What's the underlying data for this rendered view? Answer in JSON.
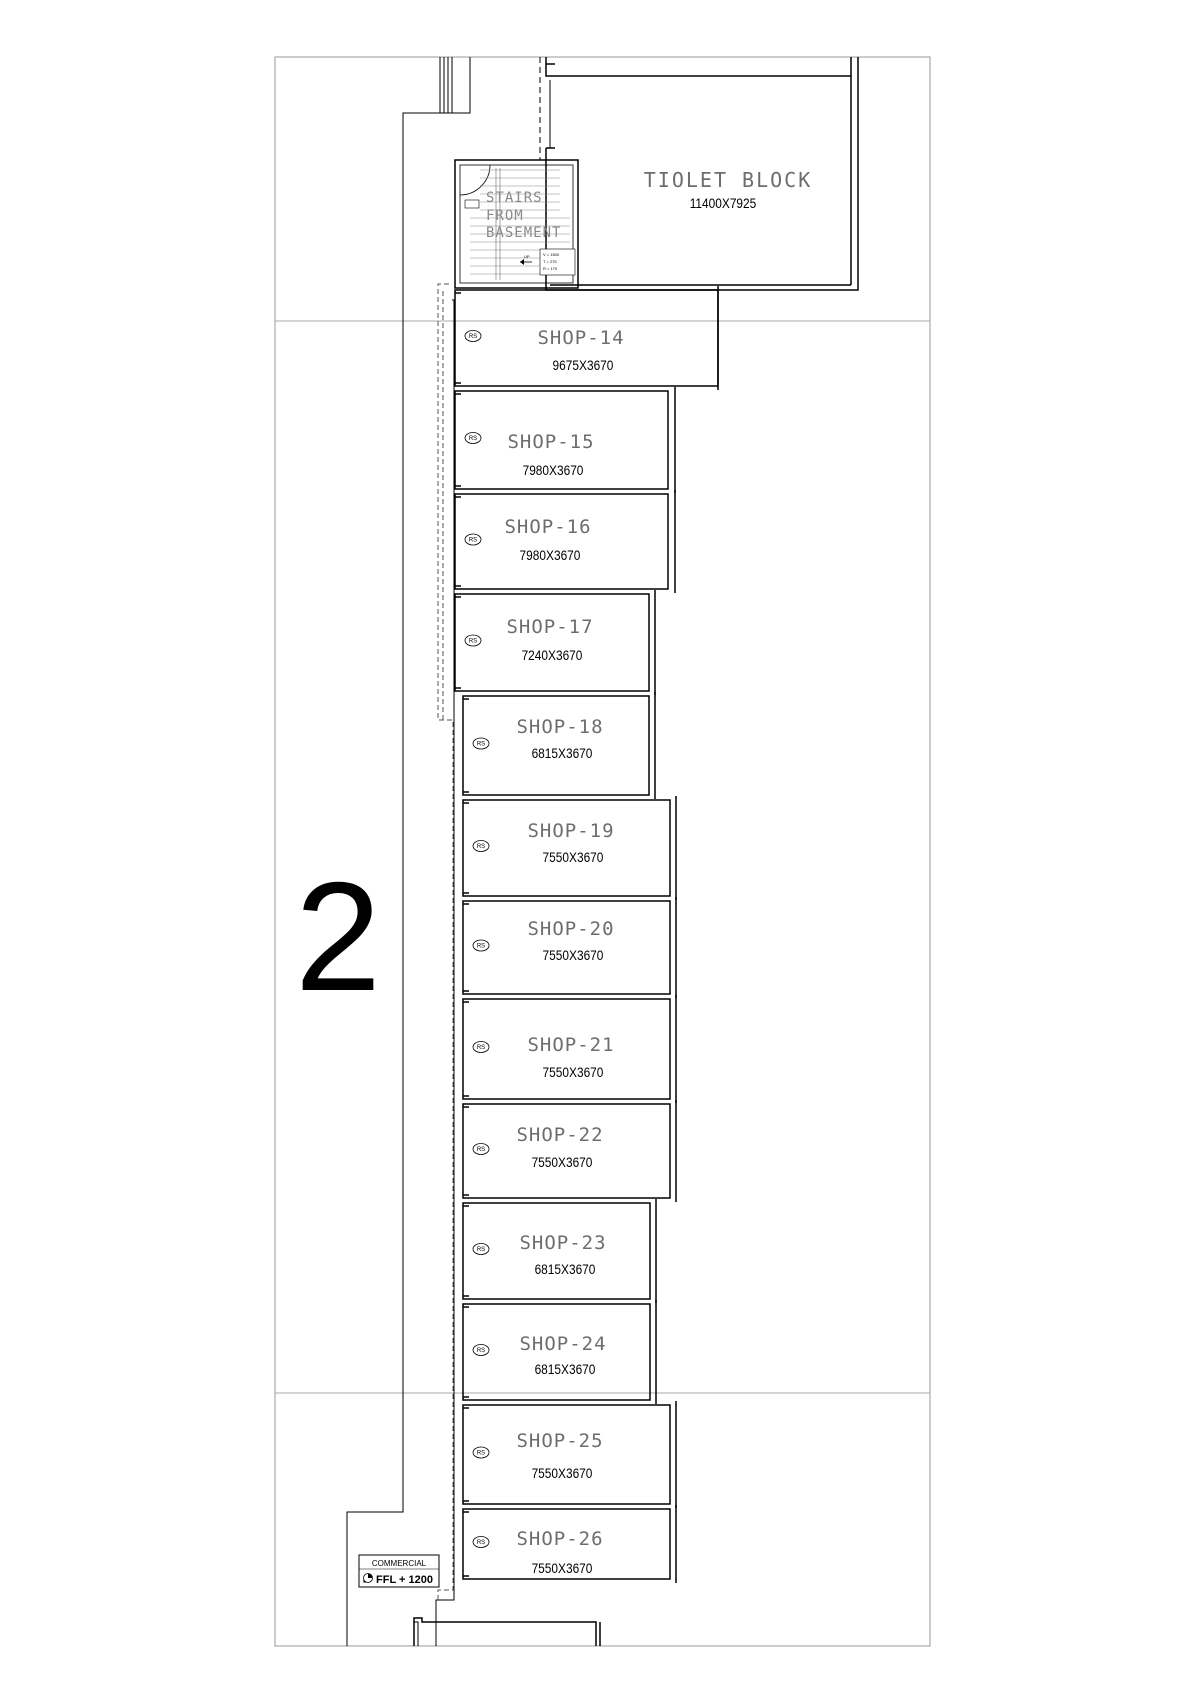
{
  "sheet_number": "2",
  "toilet_block": {
    "name": "TIOLET BLOCK",
    "size": "11400X7925"
  },
  "stairs": {
    "line1": "STAIRS",
    "line2": "FROM",
    "line3": "BASEMENT",
    "spec": [
      "V = 1500",
      "T = 275",
      "R = 170"
    ],
    "up": "UP"
  },
  "shop_marker": "RS",
  "shops": [
    {
      "name": "SHOP-14",
      "size": "9675X3670"
    },
    {
      "name": "SHOP-15",
      "size": "7980X3670"
    },
    {
      "name": "SHOP-16",
      "size": "7980X3670"
    },
    {
      "name": "SHOP-17",
      "size": "7240X3670"
    },
    {
      "name": "SHOP-18",
      "size": "6815X3670"
    },
    {
      "name": "SHOP-19",
      "size": "7550X3670"
    },
    {
      "name": "SHOP-20",
      "size": "7550X3670"
    },
    {
      "name": "SHOP-21",
      "size": "7550X3670"
    },
    {
      "name": "SHOP-22",
      "size": "7550X3670"
    },
    {
      "name": "SHOP-23",
      "size": "6815X3670"
    },
    {
      "name": "SHOP-24",
      "size": "6815X3670"
    },
    {
      "name": "SHOP-25",
      "size": "7550X3670"
    },
    {
      "name": "SHOP-26",
      "size": "7550X3670"
    }
  ],
  "level_tag": {
    "category": "COMMERCIAL",
    "level": "FFL + 1200"
  }
}
